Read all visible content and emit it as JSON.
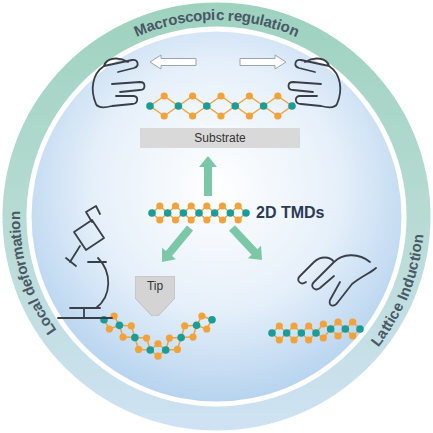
{
  "diagram": {
    "nodes": [
      {
        "text": [
          "Substrate"
        ]
      },
      {
        "text": [
          "Tip"
        ]
      }
    ],
    "labels": [
      "Macroscopic regulation",
      "Local deformation",
      "Lattice Induction",
      "2D TMDs"
    ]
  }
}
